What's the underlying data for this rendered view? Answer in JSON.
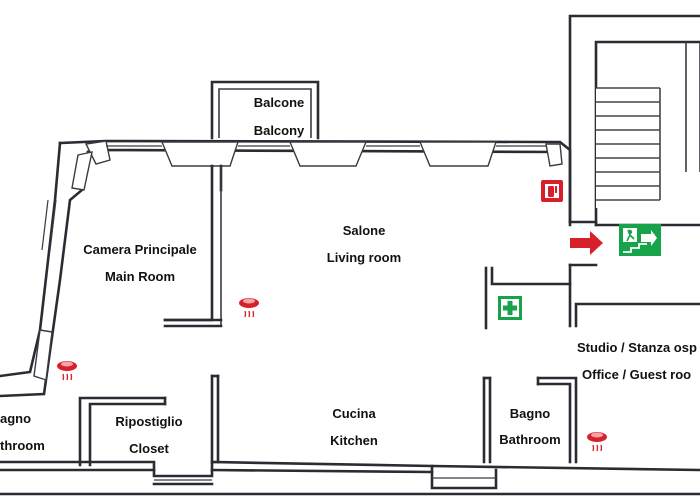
{
  "rooms": {
    "balcony": {
      "name_it": "Balcone",
      "name_en": "Balcony"
    },
    "main_room": {
      "name_it": "Camera Principale",
      "name_en": "Main Room"
    },
    "living_room": {
      "name_it": "Salone",
      "name_en": "Living room"
    },
    "bathroom_left": {
      "name_it": "agno",
      "name_en": "throom"
    },
    "closet": {
      "name_it": "Ripostiglio",
      "name_en": "Closet"
    },
    "kitchen": {
      "name_it": "Cucina",
      "name_en": "Kitchen"
    },
    "bathroom_right": {
      "name_it": "Bagno",
      "name_en": "Bathroom"
    },
    "office": {
      "name_it": "Studio / Stanza osp",
      "name_en": "Office / Guest roo"
    }
  },
  "symbols": {
    "colors": {
      "fire_red": "#d8202a",
      "exit_green": "#17a34a",
      "wall": "#2b2b33"
    },
    "icons": [
      "fire-extinguisher-icon",
      "emergency-exit-icon",
      "exit-arrow-icon",
      "first-aid-icon",
      "smoke-detector-icon",
      "stairs-icon"
    ]
  }
}
